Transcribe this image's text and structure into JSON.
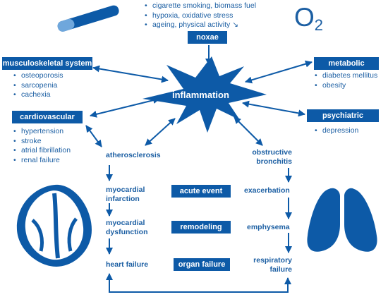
{
  "colors": {
    "primary": "#0d5aa7",
    "text": "#1c5fa3",
    "light": "#6fa7dc"
  },
  "icons": {
    "cigarette": "cigarette-icon",
    "heart": "heart-icon",
    "lungs": "lungs-icon",
    "o2": "o2-molecule"
  },
  "noxae": {
    "items": [
      "cigarette smoking, biomass fuel",
      "hypoxia, oxidative stress",
      "ageing, physical activity ↘"
    ],
    "label": "noxae"
  },
  "o2": {
    "letter": "O",
    "sub": "2"
  },
  "center": "inflammation",
  "musculoskeletal": {
    "label": "musculoskeletal system",
    "items": [
      "osteoporosis",
      "sarcopenia",
      "cachexia"
    ]
  },
  "cardiovascular": {
    "label": "cardiovascular",
    "items": [
      "hypertension",
      "stroke",
      "atrial fibrillation",
      "renal failure"
    ]
  },
  "metabolic": {
    "label": "metabolic",
    "items": [
      "diabetes mellitus",
      "obesity"
    ]
  },
  "psychiatric": {
    "label": "psychiatric",
    "items": [
      "depression"
    ]
  },
  "heart_chain": {
    "atherosclerosis": "atherosclerosis",
    "mi_line1": "myocardial",
    "mi_line2": "infarction",
    "md_line1": "myocardial",
    "md_line2": "dysfunction",
    "hf": "heart failure"
  },
  "lung_chain": {
    "ob_line1": "obstructive",
    "ob_line2": "bronchitis",
    "exacerbation": "exacerbation",
    "emphysema": "emphysema",
    "rf_line1": "respiratory",
    "rf_line2": "failure"
  },
  "stages": {
    "acute": "acute event",
    "remodeling": "remodeling",
    "organ": "organ failure"
  }
}
